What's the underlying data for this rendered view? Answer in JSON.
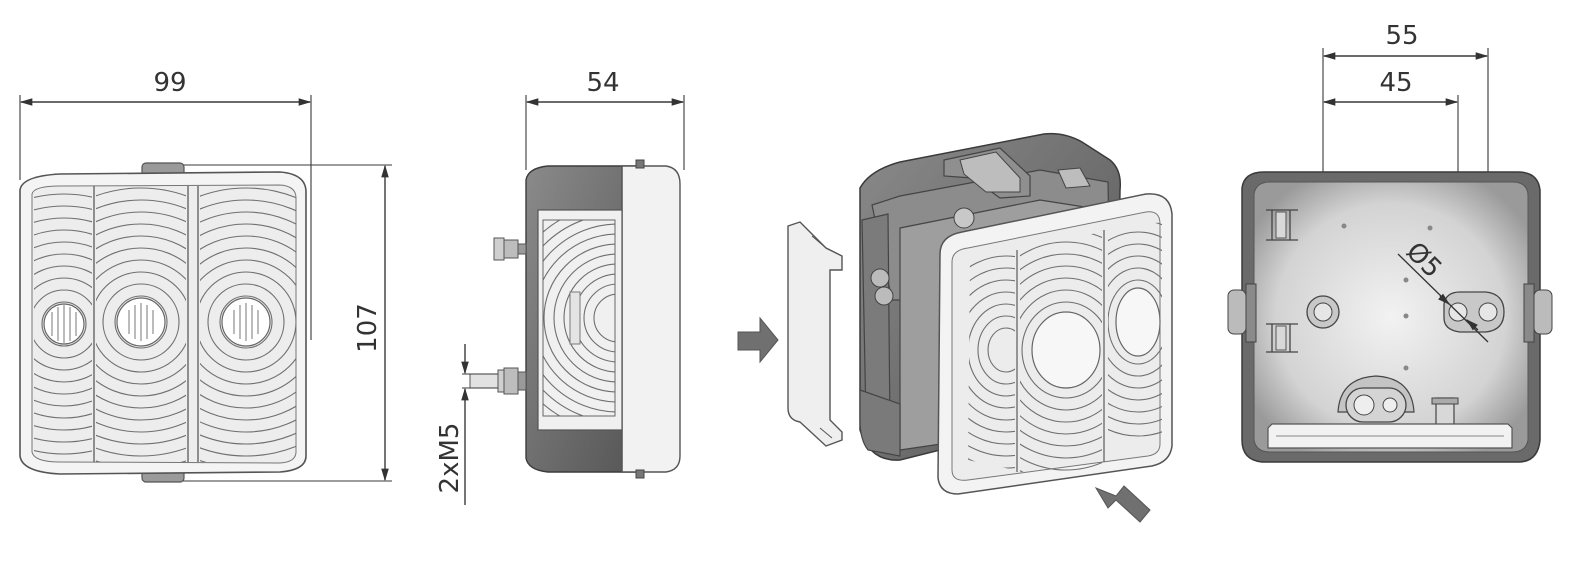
{
  "dimensions": {
    "front_width": "99",
    "front_height": "107",
    "side_depth": "54",
    "thread_label": "2xM5",
    "back_outer_spacing": "55",
    "back_inner_spacing": "45",
    "hole_diameter": "Ø5"
  },
  "colors": {
    "lens": "#f2f2f2",
    "housing": "#6d6d6d",
    "ribs": "#7a7a7a",
    "arrow": "#707070"
  }
}
